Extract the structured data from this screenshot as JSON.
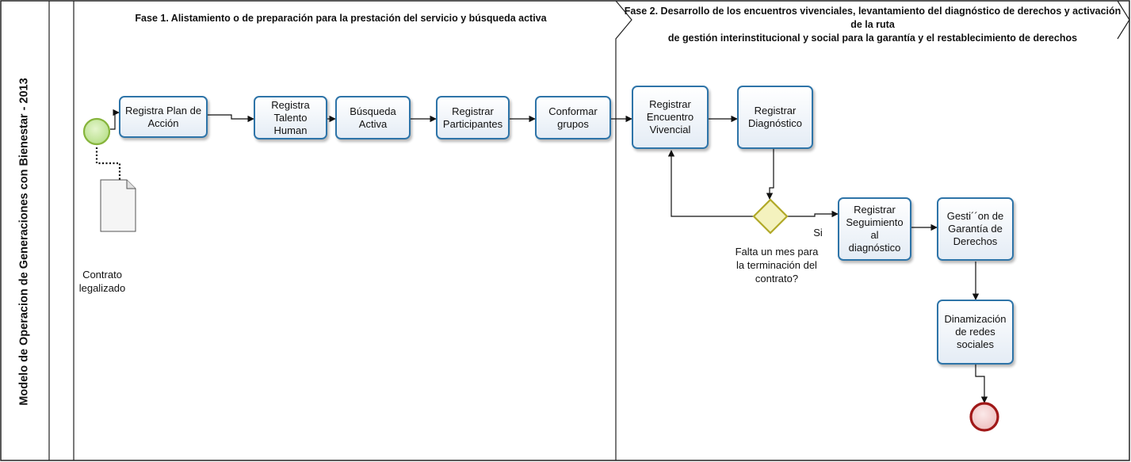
{
  "pool": {
    "title": "Modelo de Operacion de Generaciones con Bienestar  - 2013"
  },
  "phases": {
    "phase1": "Fase 1. Alistamiento o de preparación para la prestación del servicio y búsqueda activa",
    "phase2": "Fase 2. Desarrollo de los encuentros vivenciales, levantamiento del diagnóstico de derechos y activación de la ruta\nde gestión interinstitucional y social para la garantía y el restablecimiento de derechos"
  },
  "tasks": {
    "plan": "Registra Plan de\nAcción",
    "talento": "Registra\nTalento Human",
    "busqueda": "Búsqueda\nActiva",
    "participantes": "Registrar\nParticipantes",
    "grupos": "Conformar\ngrupos",
    "encuentro": "Registrar\nEncuentro\nVivencial",
    "diagnostico": "Registrar\nDiagnóstico",
    "seguimiento": "Registrar\nSeguimiento al\ndiagnóstico",
    "gestion": "Gesti´´on de\nGarantía de\nDerechos",
    "redes": "Dinamización\nde redes\nsociales"
  },
  "gateway": {
    "question": "Falta un mes para\nla terminación del\ncontrato?",
    "yes_label": "Si"
  },
  "artifact": {
    "label": "Contrato\nlegalizado"
  },
  "colors": {
    "task_border": "#2e74a8",
    "start_fill": "#b9e08c",
    "start_stroke": "#86b43b",
    "end_fill": "#f2c6c6",
    "end_stroke": "#a01818",
    "gateway_fill": "#f4f2be",
    "gateway_stroke": "#b1a928"
  }
}
